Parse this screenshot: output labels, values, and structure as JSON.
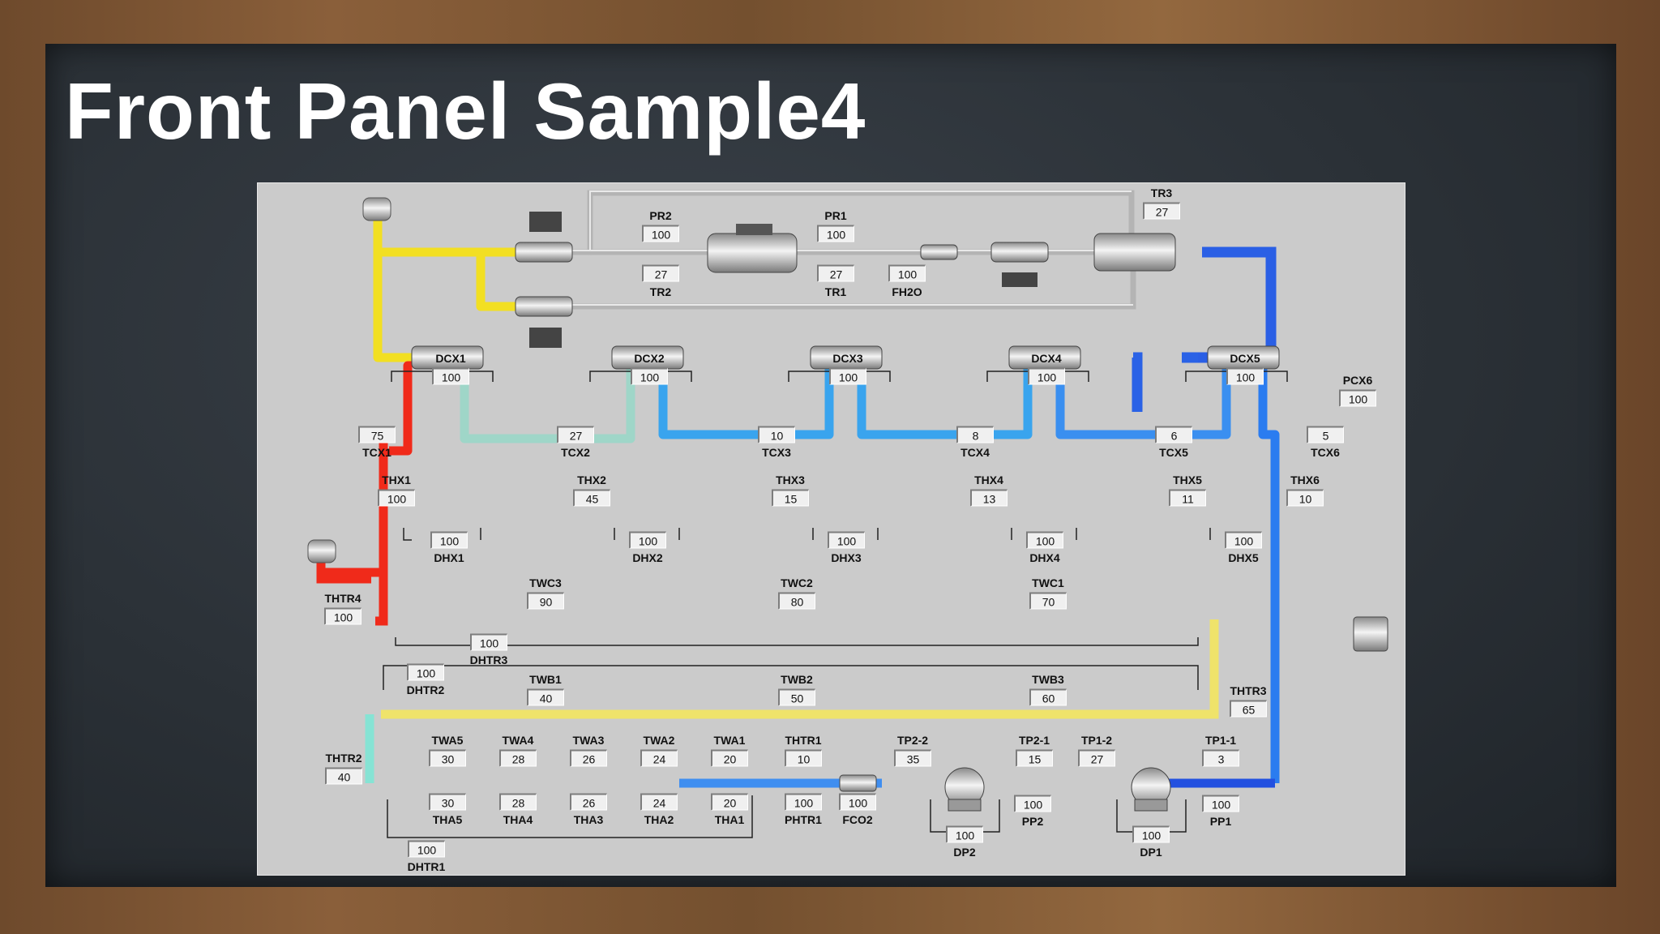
{
  "title": "Front Panel Sample4",
  "colors": {
    "hot": "#f02a1a",
    "warm": "#f2e02a",
    "cool": "#1c7ef0",
    "cold": "#1e4fe0",
    "cyan": "#49d8e0",
    "grey": "#b9b9b9"
  },
  "labels": {
    "TR3": "TR3",
    "PR2": "PR2",
    "PR1": "PR1",
    "TR2": "TR2",
    "TR1": "TR1",
    "FH2O": "FH2O",
    "DCX1": "DCX1",
    "DCX2": "DCX2",
    "DCX3": "DCX3",
    "DCX4": "DCX4",
    "DCX5": "DCX5",
    "PCX6": "PCX6",
    "TCX1": "TCX1",
    "TCX2": "TCX2",
    "TCX3": "TCX3",
    "TCX4": "TCX4",
    "TCX5": "TCX5",
    "TCX6": "TCX6",
    "THX1": "THX1",
    "THX2": "THX2",
    "THX3": "THX3",
    "THX4": "THX4",
    "THX5": "THX5",
    "THX6": "THX6",
    "DHX1": "DHX1",
    "DHX2": "DHX2",
    "DHX3": "DHX3",
    "DHX4": "DHX4",
    "DHX5": "DHX5",
    "THTR4": "THTR4",
    "TWC3": "TWC3",
    "TWC2": "TWC2",
    "TWC1": "TWC1",
    "DHTR3": "DHTR3",
    "DHTR2": "DHTR2",
    "TWB1": "TWB1",
    "TWB2": "TWB2",
    "TWB3": "TWB3",
    "THTR3": "THTR3",
    "THTR2": "THTR2",
    "TWA5": "TWA5",
    "TWA4": "TWA4",
    "TWA3": "TWA3",
    "TWA2": "TWA2",
    "TWA1": "TWA1",
    "THTR1": "THTR1",
    "TP2_2": "TP2-2",
    "TP2_1": "TP2-1",
    "TP1_2": "TP1-2",
    "TP1_1": "TP1-1",
    "THA5": "THA5",
    "THA4": "THA4",
    "THA3": "THA3",
    "THA2": "THA2",
    "THA1": "THA1",
    "PHTR1": "PHTR1",
    "FCO2": "FCO2",
    "PP2": "PP2",
    "PP1": "PP1",
    "DP2": "DP2",
    "DP1": "DP1",
    "DHTR1": "DHTR1"
  },
  "values": {
    "TR3": "27",
    "PR2": "100",
    "PR1": "100",
    "TR2": "27",
    "TR1": "27",
    "FH2O": "100",
    "DCX1": "100",
    "DCX2": "100",
    "DCX3": "100",
    "DCX4": "100",
    "DCX5": "100",
    "PCX6": "100",
    "TCX1": "75",
    "TCX2": "27",
    "TCX3": "10",
    "TCX4": "8",
    "TCX5": "6",
    "TCX6": "5",
    "THX1": "100",
    "THX2": "45",
    "THX3": "15",
    "THX4": "13",
    "THX5": "11",
    "THX6": "10",
    "DHX1": "100",
    "DHX2": "100",
    "DHX3": "100",
    "DHX4": "100",
    "DHX5": "100",
    "THTR4": "100",
    "TWC3": "90",
    "TWC2": "80",
    "TWC1": "70",
    "DHTR3": "100",
    "DHTR2": "100",
    "TWB1": "40",
    "TWB2": "50",
    "TWB3": "60",
    "THTR3": "65",
    "THTR2": "40",
    "TWA5": "30",
    "TWA4": "28",
    "TWA3": "26",
    "TWA2": "24",
    "TWA1": "20",
    "THTR1": "10",
    "TP2_2": "35",
    "TP2_1": "15",
    "TP1_2": "27",
    "TP1_1": "3",
    "THA5": "30",
    "THA4": "28",
    "THA3": "26",
    "THA2": "24",
    "THA1": "20",
    "PHTR1": "100",
    "FCO2": "100",
    "PP2": "100",
    "PP1": "100",
    "DP2": "100",
    "DP1": "100",
    "DHTR1": "100"
  }
}
